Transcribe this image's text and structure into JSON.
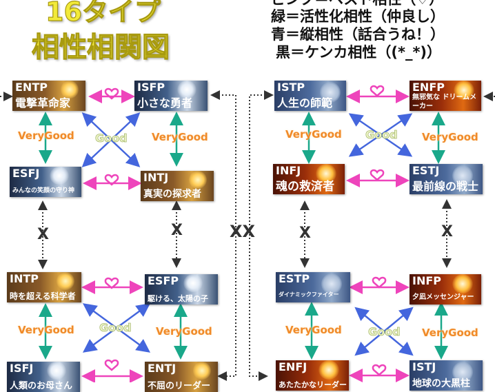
{
  "title": {
    "line1": "16タイプ",
    "line2": "相性相関図"
  },
  "legend": {
    "line0": "ピンク＝ベスト相性（♡）",
    "line1": "緑＝活性化相性（仲良し）",
    "line2": "青＝縦相性（話合うね！）",
    "line3": "黒＝ケンカ相性（(*_*)）"
  },
  "cards": {
    "entp": {
      "code": "ENTP",
      "nick": "電撃革命家"
    },
    "isfp": {
      "code": "ISFP",
      "nick": "小さな勇者"
    },
    "esfj": {
      "code": "ESFJ",
      "nick": "みんなの笑顔の守り神"
    },
    "intj": {
      "code": "INTJ",
      "nick": "真実の探求者"
    },
    "intp": {
      "code": "INTP",
      "nick": "時を超える科学者"
    },
    "esfp": {
      "code": "ESFP",
      "nick": "駆ける、太陽の子"
    },
    "isfj": {
      "code": "ISFJ",
      "nick": "人類のお母さん"
    },
    "entj": {
      "code": "ENTJ",
      "nick": "不屈のリーダー"
    },
    "istp": {
      "code": "ISTP",
      "nick": "人生の師範"
    },
    "enfp": {
      "code": "ENFP",
      "nick": "無邪気な ドリームメーカー"
    },
    "infj": {
      "code": "INFJ",
      "nick": "魂の救済者"
    },
    "estj": {
      "code": "ESTJ",
      "nick": "最前線の戦士"
    },
    "estp": {
      "code": "ESTP",
      "nick": "ダイナミックファイター"
    },
    "infp": {
      "code": "INFP",
      "nick": "夕凪メッセンジャー"
    },
    "enfj": {
      "code": "ENFJ",
      "nick": "あたたかなリーダー"
    },
    "istj": {
      "code": "ISTJ",
      "nick": "地球の大黒柱"
    }
  },
  "labels": {
    "very_good": "VeryGood",
    "good": "Good",
    "conflict": "X",
    "conflict_center": "XX"
  },
  "colors": {
    "best": "#ee44bb",
    "active": "#1aa88a",
    "vertical": "#4466dd",
    "conflict": "#333333",
    "very_good_text": "#f08a28"
  }
}
